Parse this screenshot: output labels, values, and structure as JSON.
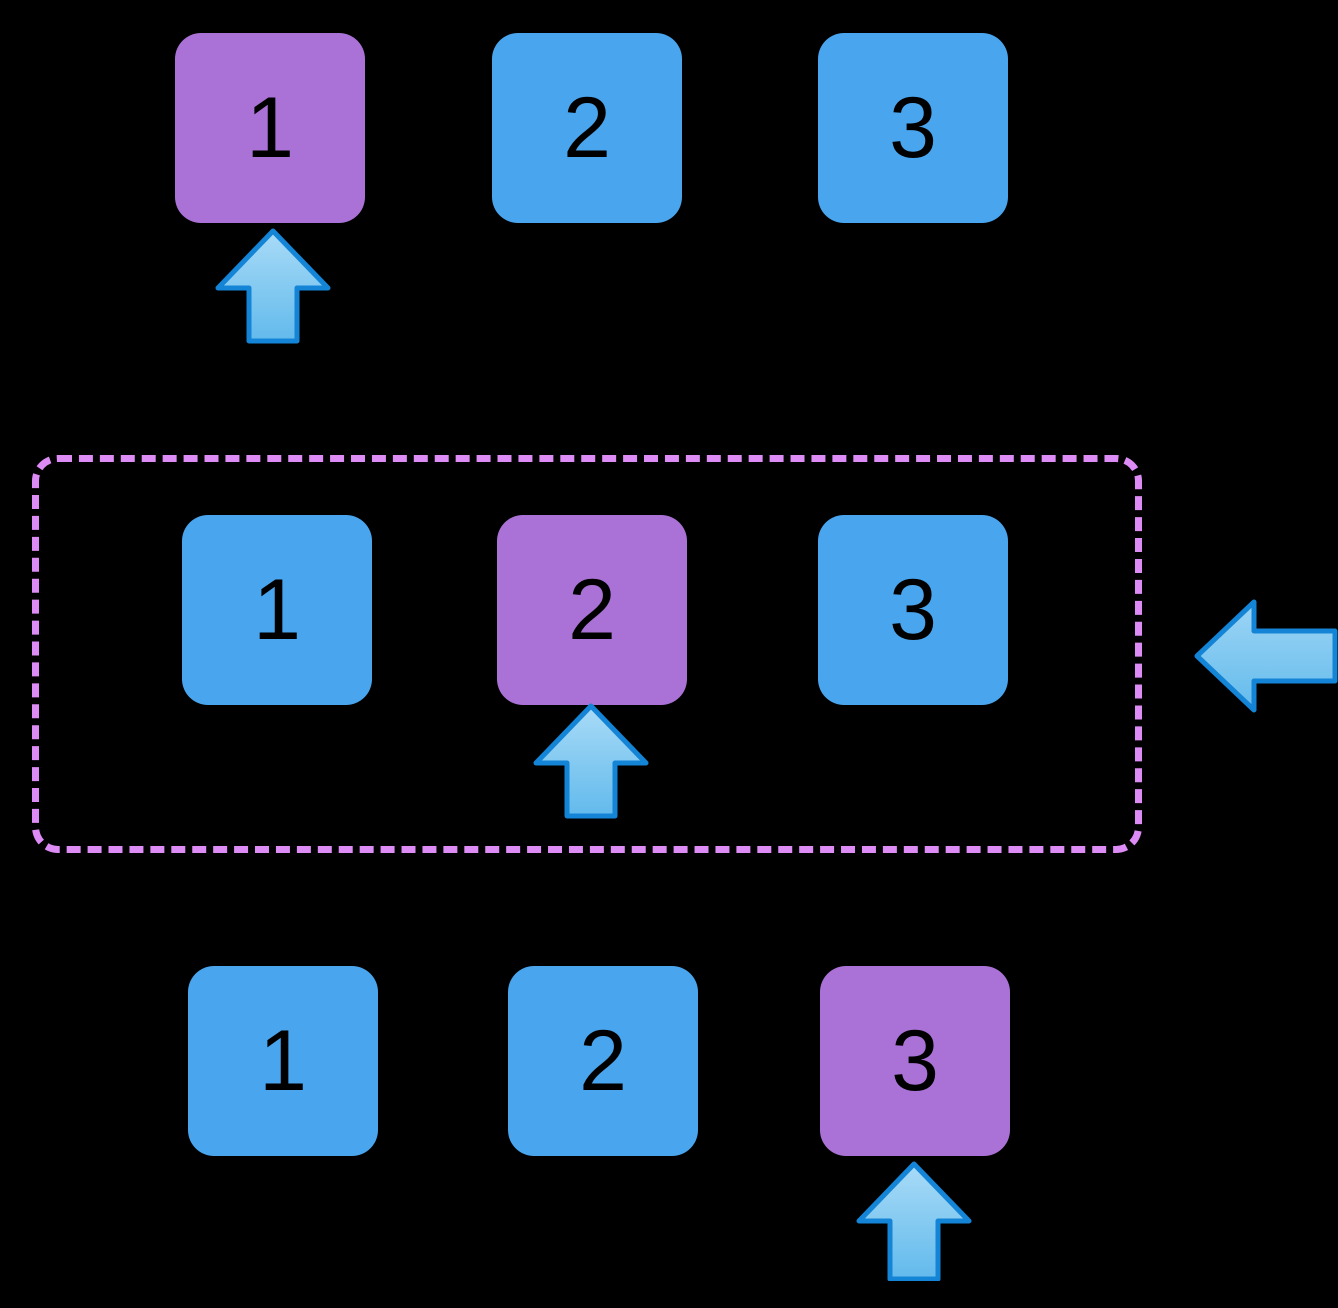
{
  "diagram": {
    "title": "array-index-highlight-diagram",
    "background_color": "#000000",
    "colors": {
      "box_default": "#49A5EE",
      "box_highlight": "#AA72D6",
      "arrow_fill_light": "#A8DAF6",
      "arrow_fill_dark": "#5EB8EC",
      "arrow_stroke": "#1484D6",
      "group_border": "#DD8BF5",
      "label_text": "#000000"
    },
    "rows": [
      {
        "id": "row-1",
        "grouped": false,
        "boxes": [
          {
            "label": "1",
            "state": "highlight"
          },
          {
            "label": "2",
            "state": "default"
          },
          {
            "label": "3",
            "state": "default"
          }
        ],
        "pointer": {
          "direction": "up",
          "target_label": "1"
        }
      },
      {
        "id": "row-2",
        "grouped": true,
        "boxes": [
          {
            "label": "1",
            "state": "default"
          },
          {
            "label": "2",
            "state": "highlight"
          },
          {
            "label": "3",
            "state": "default"
          }
        ],
        "pointer": {
          "direction": "up",
          "target_label": "2"
        },
        "group_pointer": {
          "direction": "left",
          "target": "group"
        }
      },
      {
        "id": "row-3",
        "grouped": false,
        "boxes": [
          {
            "label": "1",
            "state": "default"
          },
          {
            "label": "2",
            "state": "default"
          },
          {
            "label": "3",
            "state": "highlight"
          }
        ],
        "pointer": {
          "direction": "up",
          "target_label": "3"
        }
      }
    ]
  }
}
